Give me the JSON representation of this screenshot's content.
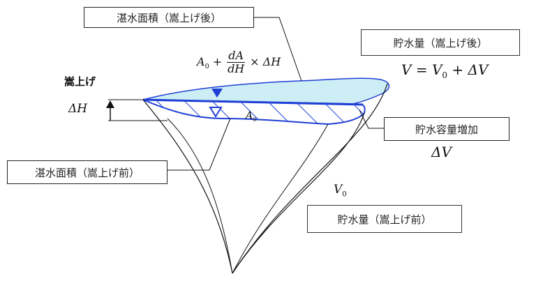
{
  "labels": {
    "area_after": "湛水面積（嵩上げ後）",
    "area_before": "湛水面積（嵩上げ前）",
    "volume_after": "貯水量（嵩上げ後）",
    "volume_before": "貯水量（嵩上げ前）",
    "capacity_increase": "貯水容量増加",
    "raise": "嵩上げ"
  },
  "math": {
    "area_formula": {
      "base": "A",
      "sub": "0",
      "plus": "+",
      "frac_num": "dA",
      "frac_den": "dH",
      "times": "×",
      "delta_h": "ΔH"
    },
    "volume_formula": {
      "lhs": "V",
      "eq": "=",
      "base": "V",
      "sub": "0",
      "plus": "+",
      "delta_v": "ΔV"
    },
    "delta_h": "ΔH",
    "delta_v": "ΔV",
    "a0": {
      "base": "A",
      "sub": "0"
    },
    "v0": {
      "base": "V",
      "sub": "0"
    }
  },
  "colors": {
    "water_surface_fill": "#cdeef5",
    "raised_band_hatch": "#1f3fd6",
    "water_marker": "#1f3fd6",
    "outline": "#111111"
  },
  "icons": {
    "water_level_marker_filled": "inverted-triangle-filled",
    "water_level_marker_hollow": "inverted-triangle-outline"
  }
}
